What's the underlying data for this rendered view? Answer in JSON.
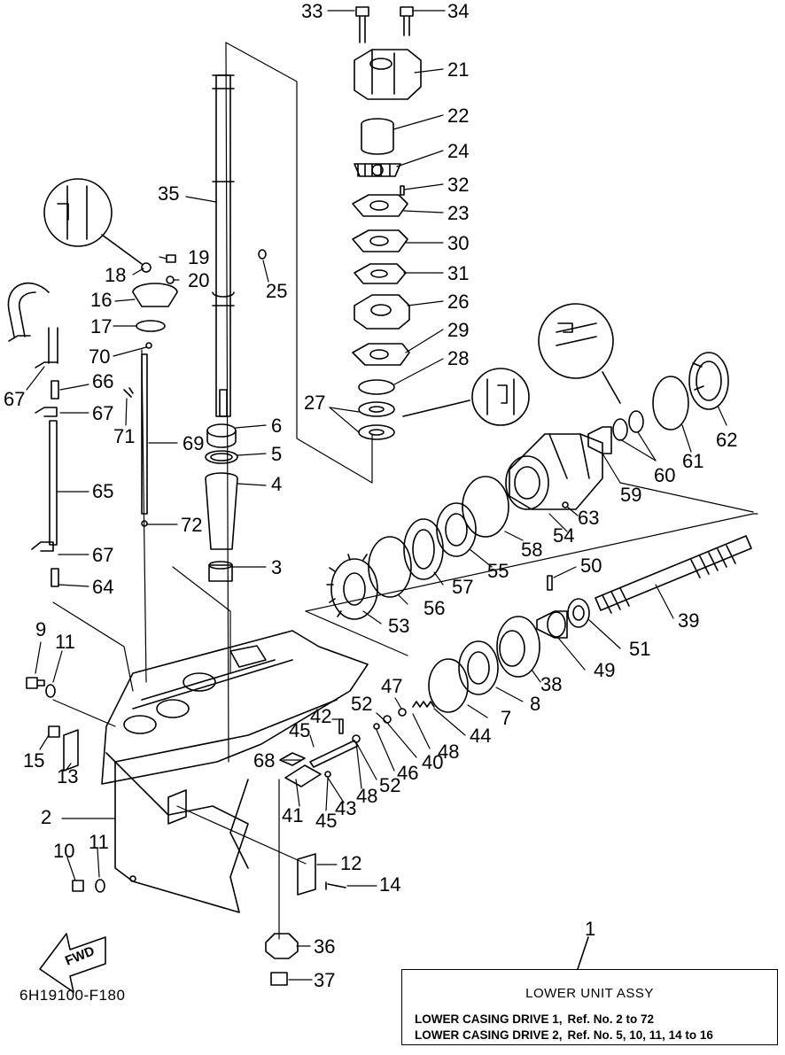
{
  "diagram": {
    "code": "6H19100-F180",
    "fwd_label": "FWD",
    "assembly_ref": "1",
    "legend": {
      "title": "LOWER UNIT ASSY",
      "rows": [
        {
          "name": "LOWER CASING DRIVE 1,",
          "refs": "Ref. No. 2 to 72"
        },
        {
          "name": "LOWER CASING DRIVE 2,",
          "refs": "Ref. No. 5, 10, 11, 14 to 16"
        }
      ]
    },
    "callouts": [
      "33",
      "34",
      "21",
      "22",
      "24",
      "32",
      "23",
      "30",
      "31",
      "26",
      "29",
      "28",
      "27",
      "35",
      "19",
      "18",
      "20",
      "16",
      "17",
      "70",
      "25",
      "66",
      "67",
      "67",
      "71",
      "69",
      "6",
      "5",
      "4",
      "65",
      "72",
      "67",
      "64",
      "3",
      "62",
      "61",
      "60",
      "59",
      "63",
      "54",
      "58",
      "55",
      "57",
      "56",
      "53",
      "50",
      "39",
      "51",
      "49",
      "38",
      "8",
      "7",
      "44",
      "48",
      "47",
      "52",
      "40",
      "46",
      "52",
      "48",
      "42",
      "45",
      "68",
      "41",
      "43",
      "45",
      "9",
      "11",
      "15",
      "13",
      "2",
      "10",
      "11",
      "12",
      "14",
      "36",
      "37"
    ]
  },
  "colors": {
    "ink": "#000000",
    "paper": "#ffffff"
  }
}
